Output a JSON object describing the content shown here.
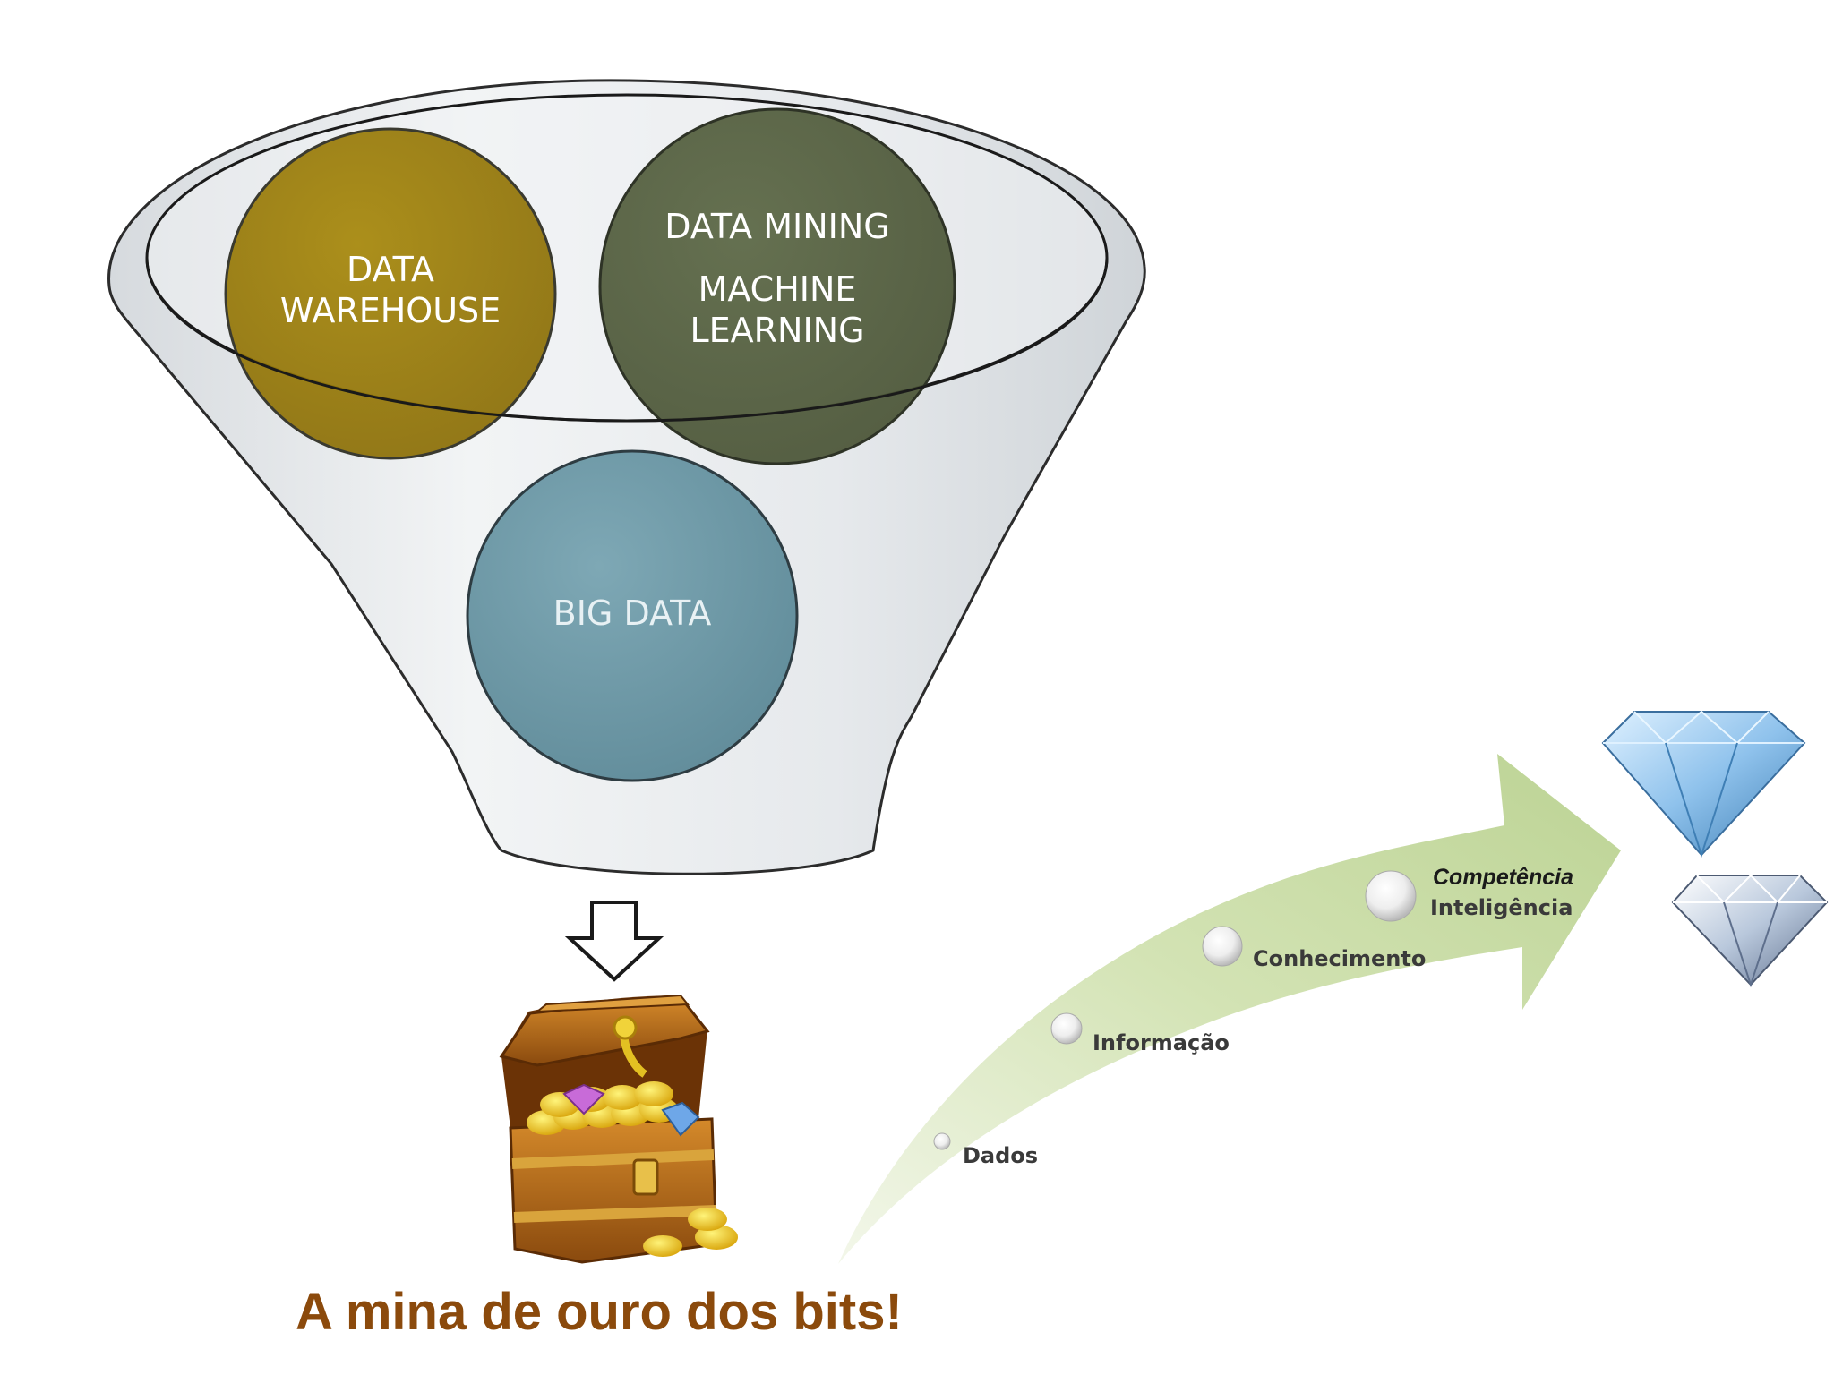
{
  "funnel": {
    "circles": [
      {
        "id": "data-warehouse",
        "lines": [
          "DATA",
          "WAREHOUSE"
        ],
        "color": "#9a7c0a"
      },
      {
        "id": "data-mining",
        "lines": [
          "DATA MINING"
        ],
        "color": "#556040"
      },
      {
        "id": "machine-learning",
        "lines": [
          "MACHINE",
          "LEARNING"
        ],
        "color": "#556040"
      },
      {
        "id": "big-data",
        "lines": [
          "BIG DATA"
        ],
        "color": "#6f9aa8"
      }
    ],
    "funnel_color": "#e8ebee"
  },
  "progression": {
    "steps": [
      "Dados",
      "Informação",
      "Conhecimento",
      "Inteligência"
    ],
    "top_step": "Competência",
    "arrow_color": "#c9dba6"
  },
  "caption": "A mina de ouro dos bits!",
  "icons": [
    "down-arrow-icon",
    "treasure-chest-icon",
    "diamond-icon"
  ]
}
